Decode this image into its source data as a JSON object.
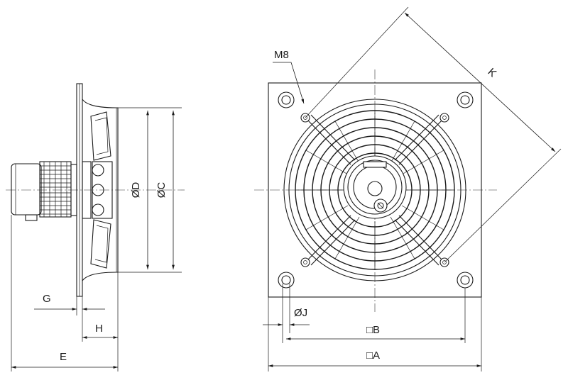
{
  "labels": {
    "m8": "M8",
    "k": "K",
    "dia_d": "ØD",
    "dia_c": "ØC",
    "dia_j": "ØJ",
    "g": "G",
    "h": "H",
    "e": "E",
    "sq_b": "□B",
    "sq_a": "□A"
  }
}
